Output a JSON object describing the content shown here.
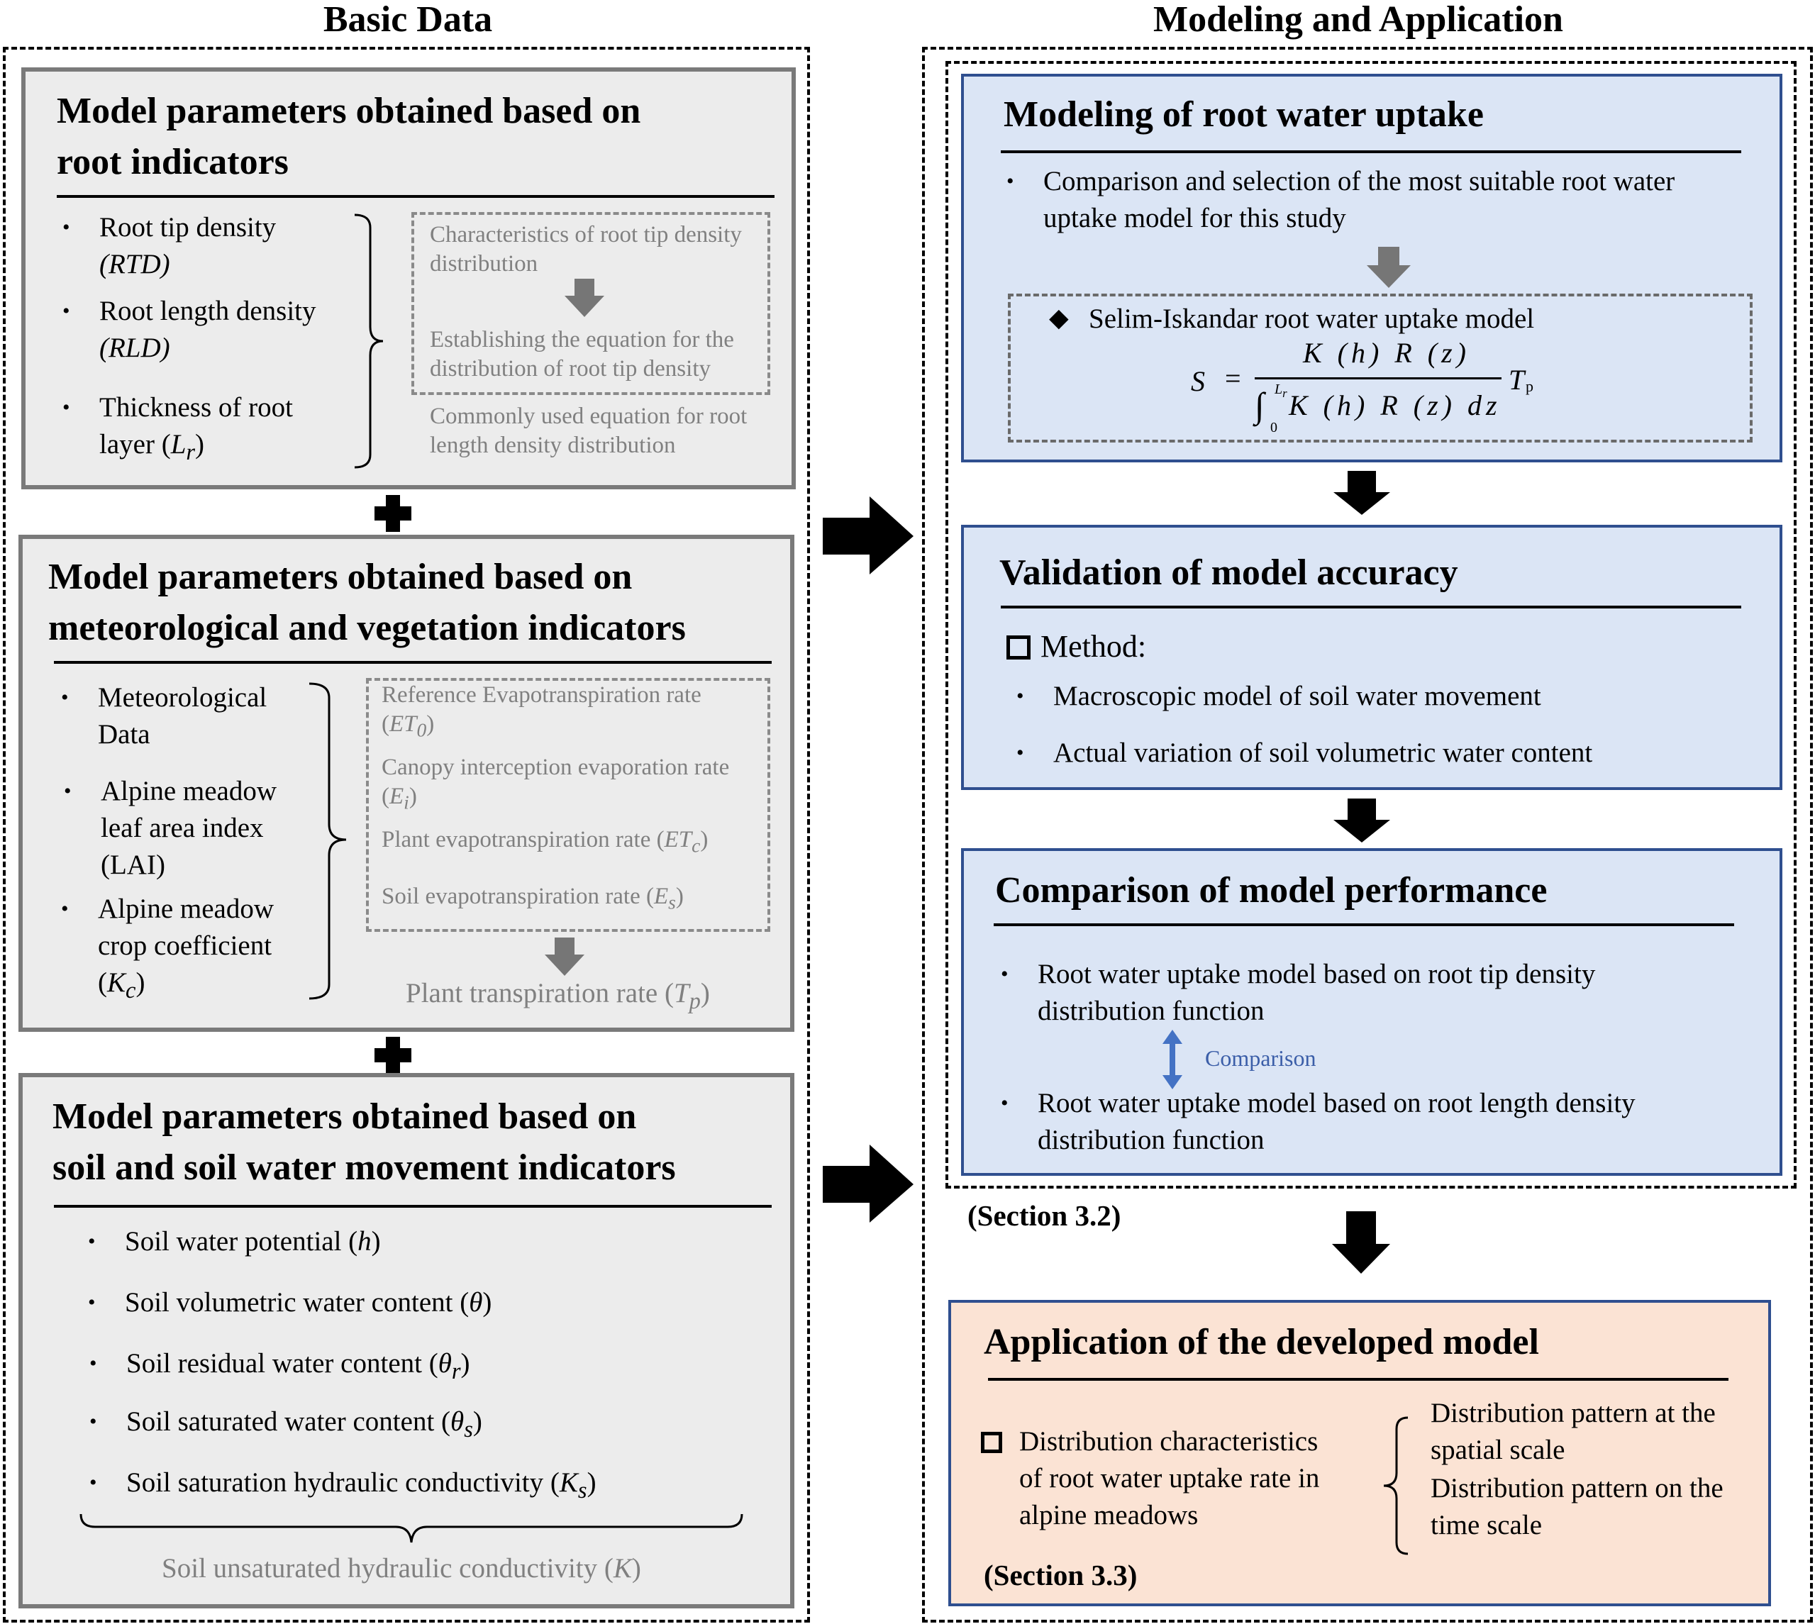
{
  "columns": {
    "left_title": "Basic Data",
    "right_title": "Modeling and Application"
  },
  "box1": {
    "title_line1": "Model parameters obtained based on",
    "title_line2": "root indicators",
    "items": [
      {
        "line1": "Root tip density",
        "line2": "(RTD)"
      },
      {
        "line1": "Root length density",
        "line2": "(RLD)"
      },
      {
        "line1": "Thickness of root",
        "line2": "layer (Lr)"
      }
    ],
    "note1_line1": "Characteristics of root tip density",
    "note1_line2": "distribution",
    "note2_line1": "Establishing the equation for the",
    "note2_line2": "distribution of root tip density",
    "note3_line1": "Commonly used equation for root",
    "note3_line2": "length density distribution"
  },
  "box2": {
    "title_line1": "Model parameters obtained based on",
    "title_line2": "meteorological and vegetation indicators",
    "items": [
      {
        "line1": "Meteorological",
        "line2": "Data"
      },
      {
        "line1": "Alpine meadow",
        "line2": "leaf area index",
        "line3": "(LAI)"
      },
      {
        "line1": "Alpine meadow",
        "line2": "crop coefficient",
        "line3": "(Kc)"
      }
    ],
    "notes": [
      {
        "line1": "Reference Evapotranspiration rate",
        "line2": "(ET0)"
      },
      {
        "line1": "Canopy interception evaporation rate",
        "line2": "(Ei)"
      },
      {
        "line1": "Plant evapotranspiration rate (ETc)"
      },
      {
        "line1": "Soil evapotranspiration rate (Es)"
      }
    ],
    "result": "Plant transpiration rate (Tp)"
  },
  "box3": {
    "title_line1": "Model parameters obtained based on",
    "title_line2": "soil and soil water movement indicators",
    "items": [
      "Soil water potential (h)",
      "Soil volumetric water content (θ)",
      "Soil residual water content (θr)",
      "Soil saturated water content (θs)",
      "Soil saturation hydraulic conductivity (Ks)"
    ],
    "result": "Soil unsaturated hydraulic conductivity (K)"
  },
  "r1": {
    "title": "Modeling of root water uptake",
    "item_line1": "Comparison and selection of the most suitable root water",
    "item_line2": "uptake model for this study",
    "model_name": "Selim-Iskandar root water uptake model"
  },
  "r2": {
    "title": "Validation of model accuracy",
    "method_label": "Method:",
    "items": [
      "Macroscopic model of soil water movement",
      "Actual variation of soil volumetric water content"
    ]
  },
  "r3": {
    "title": "Comparison of model performance",
    "item1_line1": "Root water uptake model based on root tip density",
    "item1_line2": "distribution function",
    "comparison_label": "Comparison",
    "item2_line1": "Root water uptake model based on root length density",
    "item2_line2": "distribution function"
  },
  "section_32": "(Section 3.2)",
  "r4": {
    "title": "Application of the developed model",
    "item_line1": "Distribution characteristics",
    "item_line2": "of root water uptake rate  in",
    "item_line3": "alpine meadows",
    "out1_line1": "Distribution pattern at the",
    "out1_line2": "spatial scale",
    "out2_line1": "Distribution pattern on the",
    "out2_line2": "time scale",
    "section": "(Section 3.3)"
  },
  "colors": {
    "grey_box_fill": "#ececec",
    "blue_box_fill": "#dbe5f5",
    "orange_box_fill": "#fbe3d4",
    "box_border_blue": "#2f4f8f",
    "grey_arrow": "#767676",
    "comparison_blue": "#4472c4"
  }
}
